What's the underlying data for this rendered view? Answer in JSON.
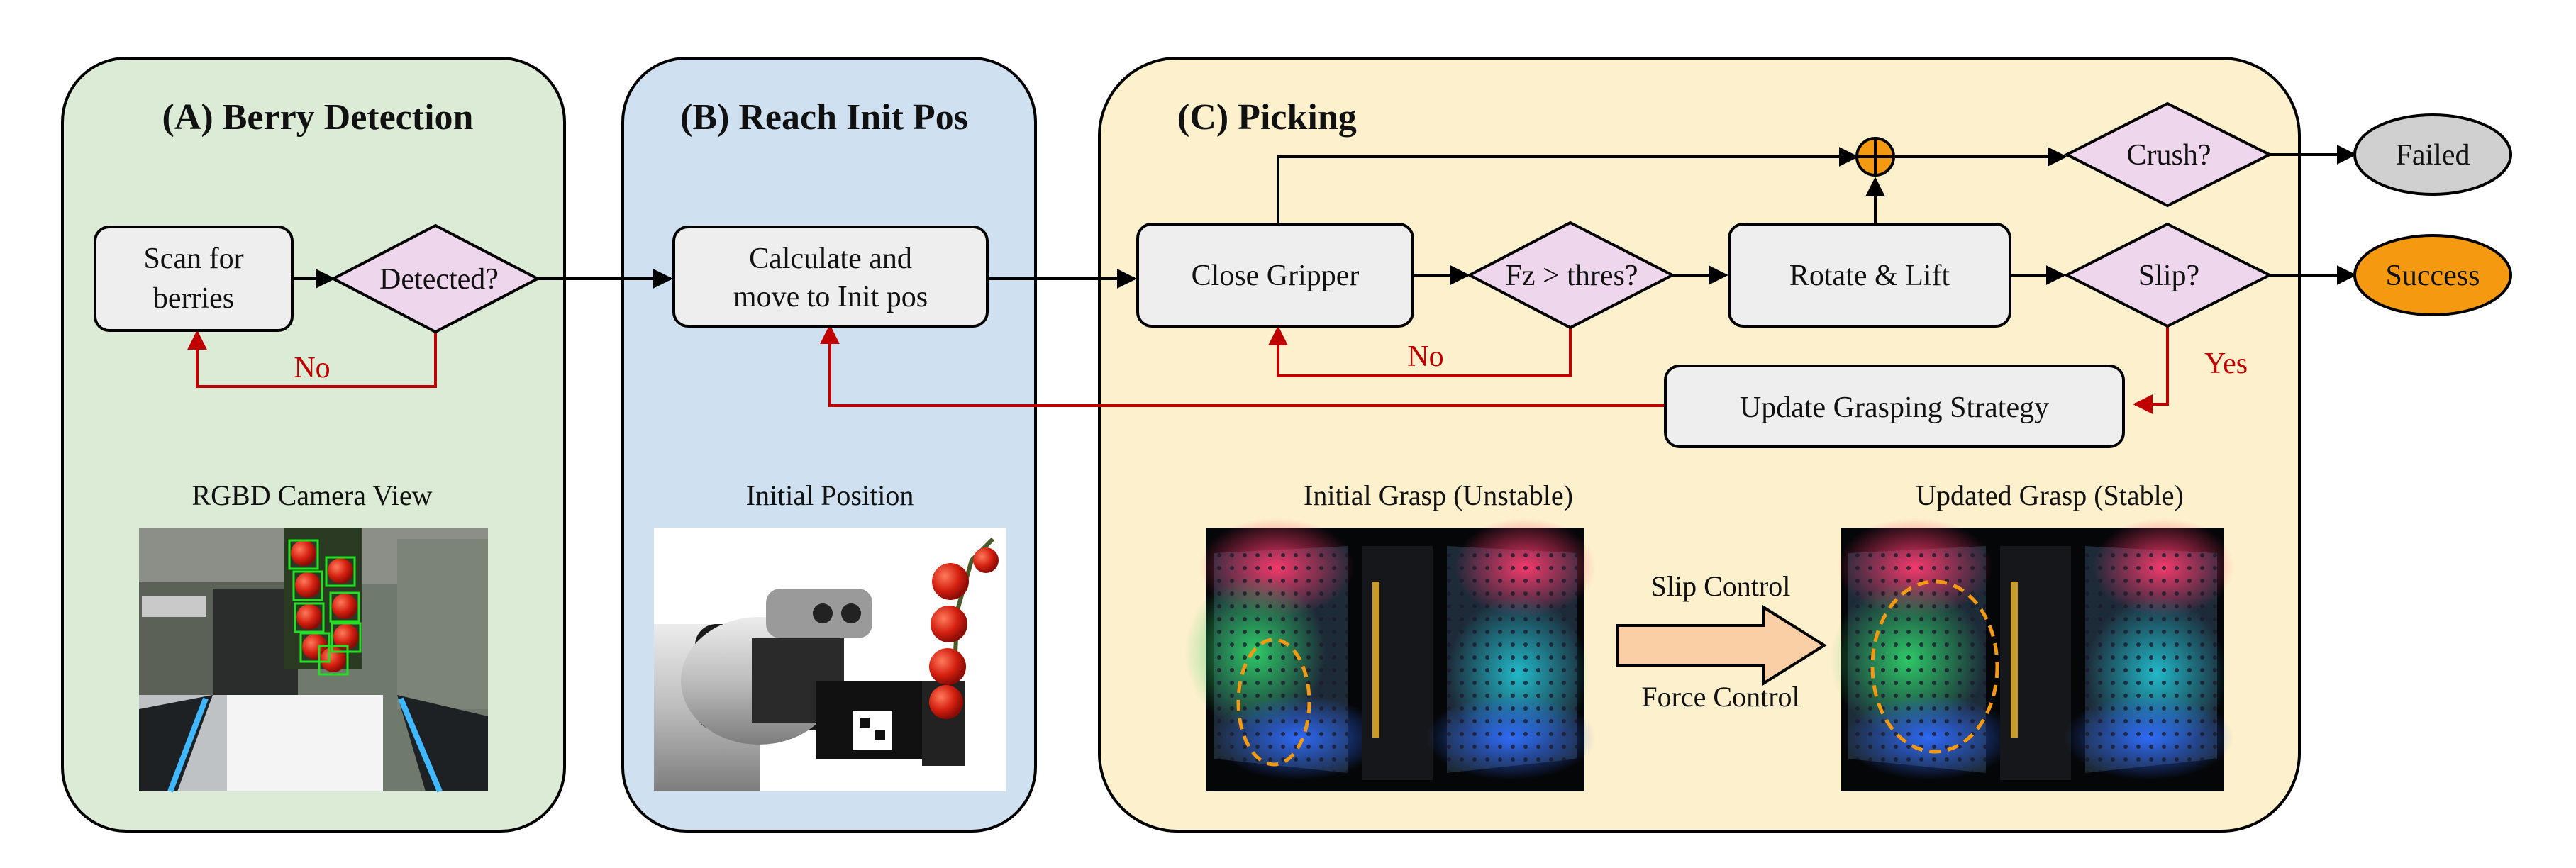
{
  "panels": {
    "a_title": "(A) Berry Detection",
    "b_title": "(B) Reach Init Pos",
    "c_title": "(C) Picking"
  },
  "nodes": {
    "scan_line1": "Scan for",
    "scan_line2": "berries",
    "detected": "Detected?",
    "calc_line1": "Calculate and",
    "calc_line2": "move to Init pos",
    "close_gripper": "Close Gripper",
    "fz_check": "Fz > thres?",
    "rotate_lift": "Rotate & Lift",
    "crush": "Crush?",
    "slip": "Slip?",
    "update_strategy": "Update Grasping Strategy",
    "failed": "Failed",
    "success": "Success"
  },
  "edges": {
    "no_label_a": "No",
    "no_label_c": "No",
    "yes_label": "Yes"
  },
  "captions": {
    "rgbd": "RGBD Camera View",
    "initial_position": "Initial Position",
    "initial_grasp": "Initial Grasp (Unstable)",
    "updated_grasp": "Updated Grasp (Stable)",
    "slip_control": "Slip Control",
    "force_control": "Force Control"
  },
  "colors": {
    "panel_a": "#dbebd5",
    "panel_b": "#cfe0f1",
    "panel_c": "#fdf0cc",
    "decision": "#eed7ec",
    "node": "#eeeeee",
    "failed": "#d0d0d0",
    "success": "#f59a10",
    "feedback_arrow": "#c00000",
    "control_arrow": "#fbcfa5"
  }
}
